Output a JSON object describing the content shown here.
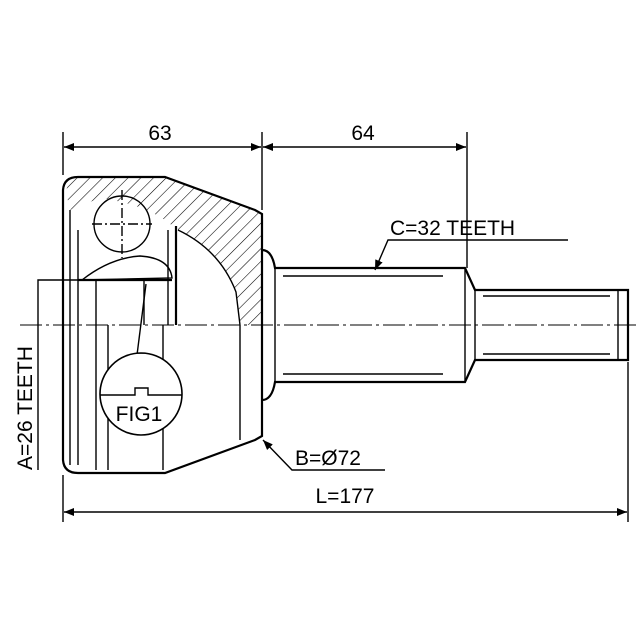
{
  "dimensions": {
    "housing_length": "63",
    "shaft_length": "64",
    "total_length": "L=177",
    "outer_teeth": "C=32 TEETH",
    "inner_teeth": "A=26 TEETH",
    "diameter": "B=Ø72"
  },
  "detail_label": "FIG1"
}
